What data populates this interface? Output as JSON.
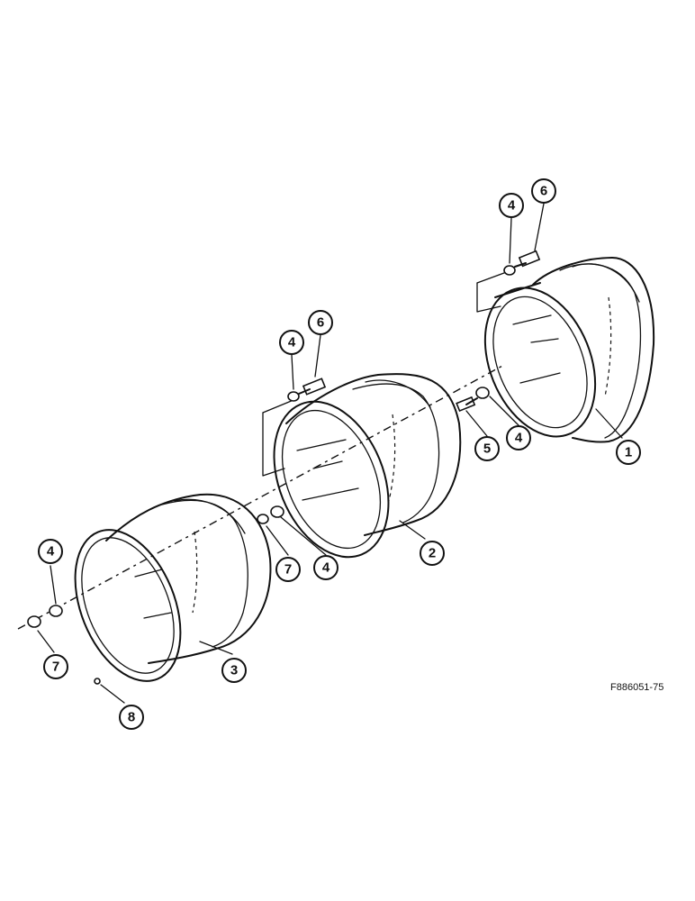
{
  "figure_id": "F886051-75",
  "callouts": [
    {
      "label": "1",
      "part": "rim-outer"
    },
    {
      "label": "2",
      "part": "rim-middle"
    },
    {
      "label": "3",
      "part": "rim-inner"
    },
    {
      "label": "4",
      "part": "lock-washer"
    },
    {
      "label": "4",
      "part": "lock-washer"
    },
    {
      "label": "4",
      "part": "lock-washer"
    },
    {
      "label": "4",
      "part": "lock-washer"
    },
    {
      "label": "4",
      "part": "lock-washer"
    },
    {
      "label": "5",
      "part": "bolt"
    },
    {
      "label": "6",
      "part": "bolt"
    },
    {
      "label": "6",
      "part": "bolt"
    },
    {
      "label": "7",
      "part": "nut"
    },
    {
      "label": "7",
      "part": "nut"
    },
    {
      "label": "8",
      "part": "valve"
    }
  ]
}
